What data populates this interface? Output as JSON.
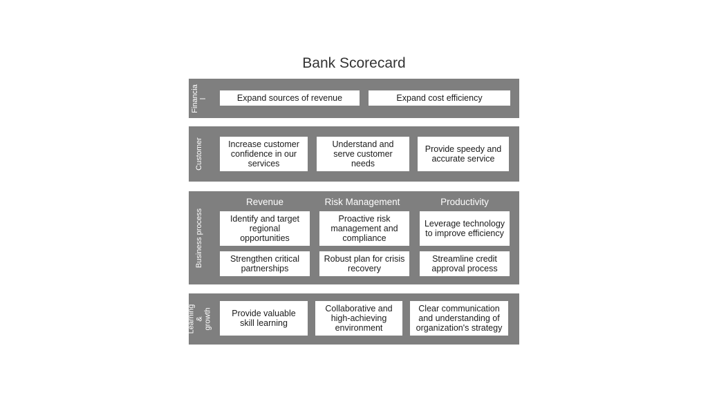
{
  "title": "Bank Scorecard",
  "financial": {
    "label": "Financia\nl",
    "items": [
      "Expand sources of revenue",
      "Expand cost efficiency"
    ]
  },
  "customer": {
    "label": "Customer",
    "items": [
      "Increase customer confidence in our services",
      "Understand and serve customer needs",
      "Provide speedy and accurate service"
    ]
  },
  "business_process": {
    "label": "Business process",
    "columns": [
      "Revenue",
      "Risk Management",
      "Productivity"
    ],
    "row1": [
      "Identify and target regional opportunities",
      "Proactive risk management and compliance",
      "Leverage technology to improve efficiency"
    ],
    "row2": [
      "Strengthen critical partnerships",
      "Robust plan for crisis recovery",
      "Streamline credit approval process"
    ]
  },
  "learning_growth": {
    "label": "Learning & growth",
    "items": [
      "Provide valuable skill learning",
      "Collaborative and high-achieving environment",
      "Clear communication and understanding of organization's strategy"
    ]
  },
  "colors": {
    "band": "#7f7f7f",
    "card": "#ffffff",
    "title": "#333333"
  }
}
